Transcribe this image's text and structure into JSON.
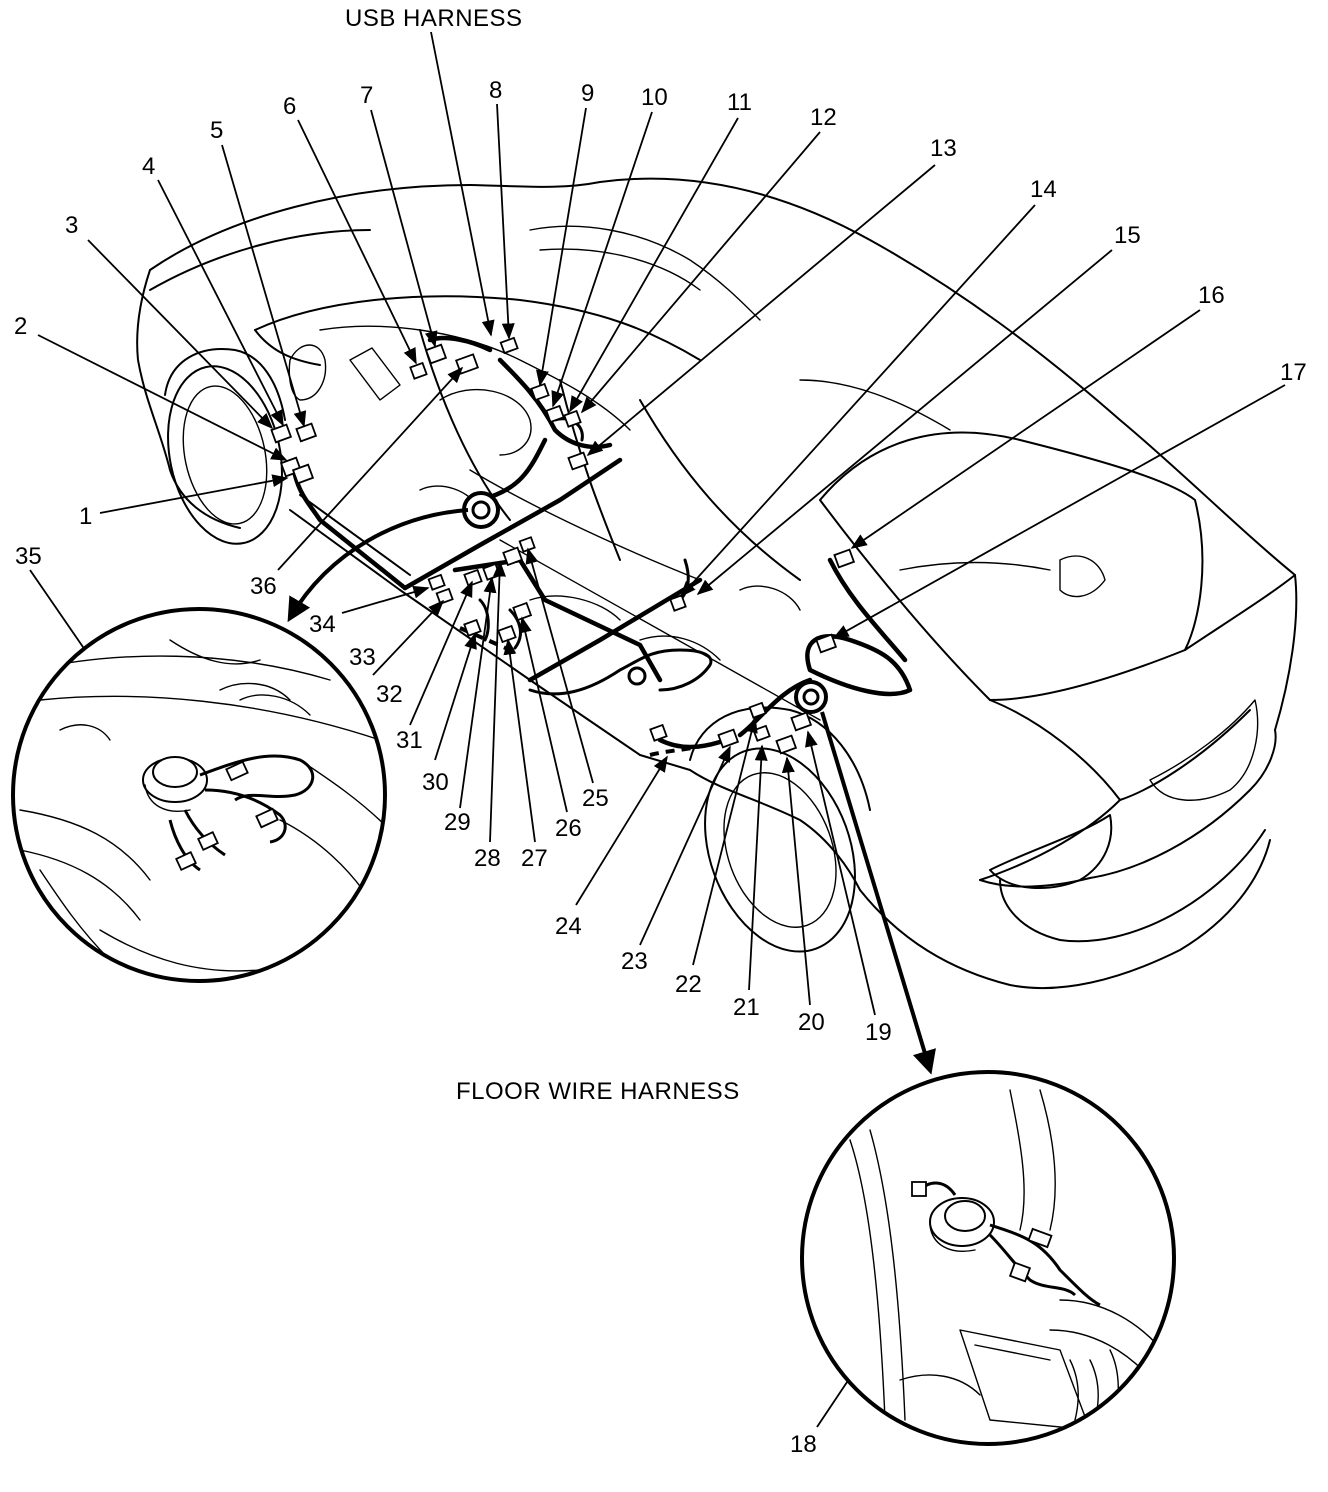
{
  "labels": {
    "usb_harness": "USB HARNESS",
    "floor_wire_harness": "FLOOR WIRE HARNESS",
    "n1": "1",
    "n2": "2",
    "n3": "3",
    "n4": "4",
    "n5": "5",
    "n6": "6",
    "n7": "7",
    "n8": "8",
    "n9": "9",
    "n10": "10",
    "n11": "11",
    "n12": "12",
    "n13": "13",
    "n14": "14",
    "n15": "15",
    "n16": "16",
    "n17": "17",
    "n18": "18",
    "n19": "19",
    "n20": "20",
    "n21": "21",
    "n22": "22",
    "n23": "23",
    "n24": "24",
    "n25": "25",
    "n26": "26",
    "n27": "27",
    "n28": "28",
    "n29": "29",
    "n30": "30",
    "n31": "31",
    "n32": "32",
    "n33": "33",
    "n34": "34",
    "n35": "35",
    "n36": "36"
  },
  "colors": {
    "line": "#000000",
    "background": "#ffffff"
  }
}
